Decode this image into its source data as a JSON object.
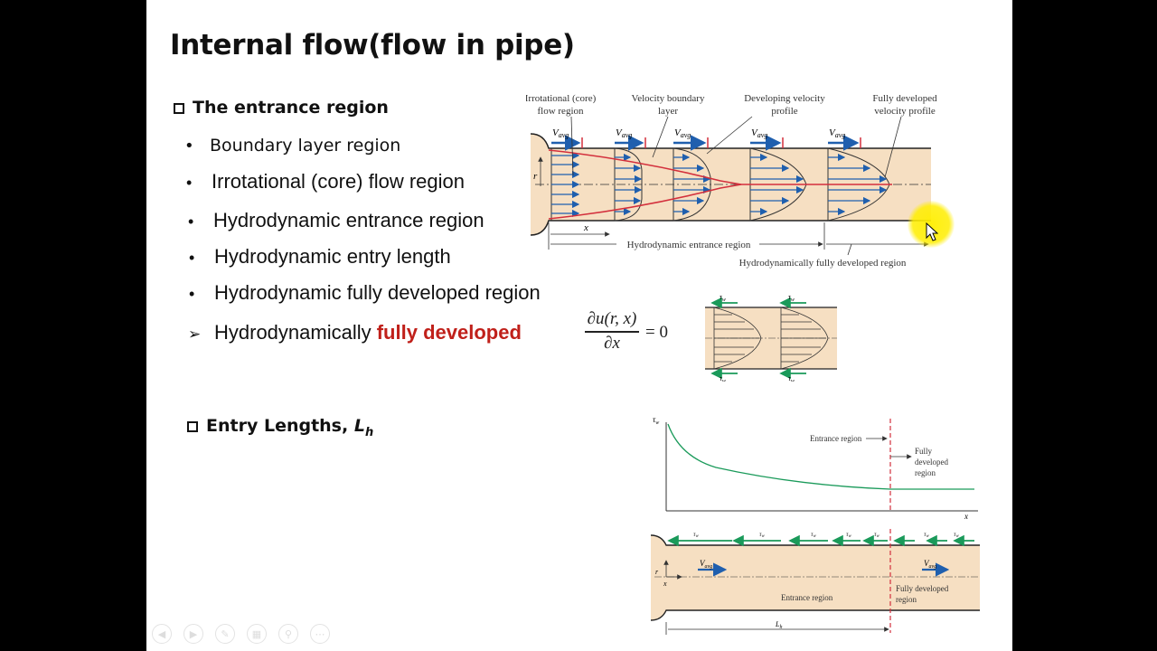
{
  "slide": {
    "title": "Internal flow(flow in pipe)",
    "section1": "The entrance region",
    "bullets": [
      "Boundary layer region",
      "Irrotational (core) flow region",
      "Hydrodynamic entrance region",
      "Hydrodynamic entry length",
      "Hydrodynamic fully developed region"
    ],
    "arrow_item": {
      "text": "Hydrodynamically ",
      "highlight": "fully developed",
      "highlight_color": "#c0201a"
    },
    "equation": {
      "numerator": "∂u(r, x)",
      "denominator": "∂x",
      "rhs": "= 0"
    },
    "section2": {
      "text": "Entry Lengths, ",
      "symbol": "L",
      "subscript": "h"
    }
  },
  "figure1": {
    "labels": {
      "irrotational": [
        "Irrotational (core)",
        "flow region"
      ],
      "velocity_bl": [
        "Velocity boundary",
        "layer"
      ],
      "developing": [
        "Developing velocity",
        "profile"
      ],
      "fully": [
        "Fully developed",
        "velocity profile"
      ],
      "vavg": "V",
      "vavg_sub": "avg",
      "r": "r",
      "x": "x",
      "entrance": "Hydrodynamic entrance region",
      "fully_region": "Hydrodynamically fully developed region"
    }
  },
  "figure2": {
    "tau": "τ",
    "tau_sub": "w"
  },
  "figure3": {
    "tau": "τ",
    "tau_sub": "w",
    "entrance": "Entrance region",
    "fully": [
      "Fully",
      "developed",
      "region"
    ],
    "x": "x"
  },
  "figure4": {
    "entrance": "Entrance region",
    "fully": [
      "Fully developed",
      "region"
    ],
    "vavg": "V",
    "vavg_sub": "avg",
    "r": "r",
    "x": "x",
    "lh": "L",
    "lh_sub": "h"
  },
  "colors": {
    "pipe": "#f6dfc2",
    "red": "#d32f3c",
    "blue": "#1f5fae",
    "green": "#1a9a5a",
    "highlight": "#c0201a"
  },
  "toolbar": {
    "icons": [
      "prev-icon",
      "next-icon",
      "pen-icon",
      "slides-icon",
      "zoom-icon",
      "more-icon"
    ]
  }
}
